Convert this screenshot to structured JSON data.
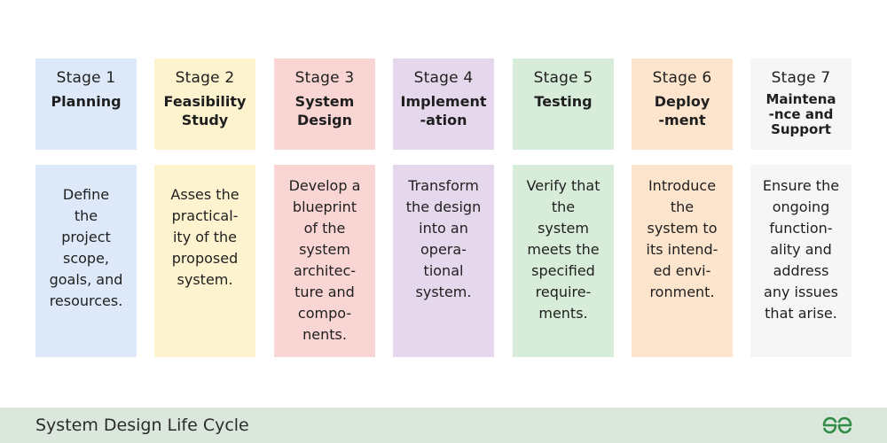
{
  "colors": {
    "planning": "#dde9f8",
    "feasibility": "#fdf4cf",
    "system_design": "#f9d5d4",
    "implementation": "#e5d8ec",
    "testing": "#d7ecd9",
    "deployment": "#fde4cd",
    "maintenance": "#f5f6f5",
    "footer": "#dbe7dd",
    "logo": "#2f8d46"
  },
  "stages": [
    {
      "number": "Stage 1",
      "name": "Planning",
      "description": "Define\nthe\nproject\nscope,\ngoals, and\nresources."
    },
    {
      "number": "Stage 2",
      "name": "Feasibility\nStudy",
      "description": "Asses the\npractical-\nity of the\nproposed\nsystem."
    },
    {
      "number": "Stage 3",
      "name": "System\nDesign",
      "description": "Develop a\nblueprint\nof the\nsystem\narchitec-\nture and\ncompo-\nnents."
    },
    {
      "number": "Stage 4",
      "name": "Implement\n-ation",
      "description": "Transform\nthe design\ninto an\nopera-\ntional\nsystem."
    },
    {
      "number": "Stage 5",
      "name": "Testing",
      "description": "Verify that\nthe\nsystem\nmeets the\nspecified\nrequire-\nments."
    },
    {
      "number": "Stage 6",
      "name": "Deploy\n-ment",
      "description": "Introduce\nthe\nsystem to\nits intend-\ned envi-\nronment."
    },
    {
      "number": "Stage 7",
      "name": "Maintena\n-nce and\nSupport",
      "description": "Ensure the\nongoing\nfunction-\nality and\naddress\nany issues\nthat arise."
    }
  ],
  "footer": {
    "title": "System Design Life Cycle",
    "logo_icon": "geeksforgeeks-logo-icon"
  }
}
